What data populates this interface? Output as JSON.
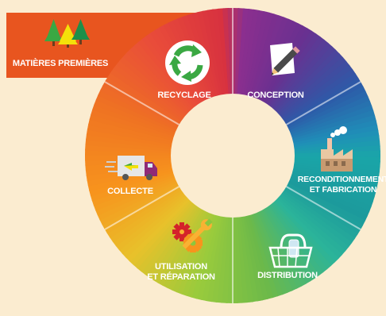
{
  "header": {
    "label": "MATIÈRES PREMIÈRES"
  },
  "segments": {
    "recyclage": "RECYCLAGE",
    "conception": "CONCEPTION",
    "reconditionnement": {
      "line1": "RECONDITIONNEMENT",
      "line2": "ET FABRICATION"
    },
    "distribution": "DISTRIBUTION",
    "utilisation": {
      "line1": "UTILISATION",
      "line2": "ET RÉPARATION"
    },
    "collecte": "COLLECTE"
  },
  "icons": {
    "header": "trees-icon",
    "recyclage": "recycle-icon",
    "conception": "pencil-paper-icon",
    "reconditionnement": "factory-icon",
    "distribution": "shopping-basket-icon",
    "utilisation": "gear-wrench-icon",
    "collecte": "truck-icon"
  },
  "colors": {
    "background": "#fbecd0",
    "header": "#e8551f",
    "recyclage": "#e0443c",
    "conception": "#8b2f8f",
    "reconditionnement": "#2d7fc0",
    "distribution": "#19a7a0",
    "utilisation": "#8cc63e",
    "collecte": "#f7941d"
  }
}
